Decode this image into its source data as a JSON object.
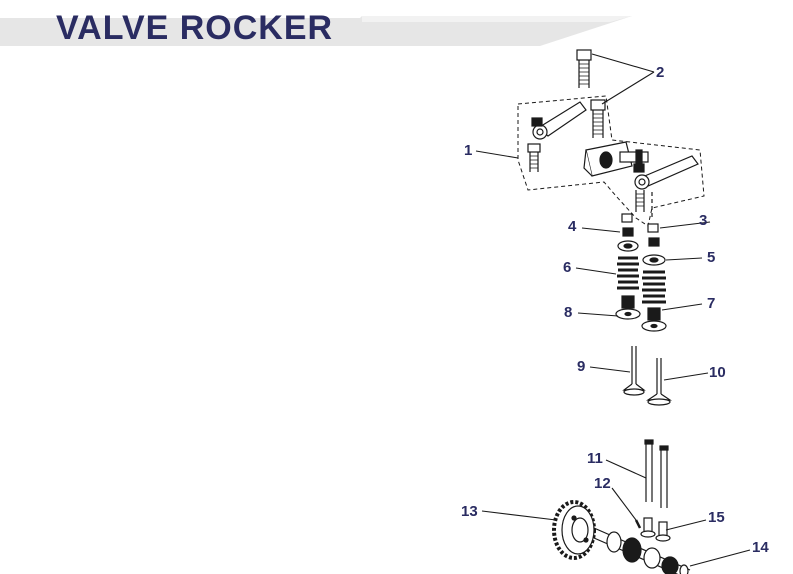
{
  "header": {
    "title": "VALVE ROCKER"
  },
  "colors": {
    "title": "#2a2c62",
    "band": "#e6e6e6",
    "band_light": "#f0f0f0",
    "ink": "#1a1a1a"
  },
  "callouts": [
    {
      "number": "1"
    },
    {
      "number": "2"
    },
    {
      "number": "3"
    },
    {
      "number": "4"
    },
    {
      "number": "5"
    },
    {
      "number": "6"
    },
    {
      "number": "7"
    },
    {
      "number": "8"
    },
    {
      "number": "9"
    },
    {
      "number": "10"
    },
    {
      "number": "11"
    },
    {
      "number": "12"
    },
    {
      "number": "13"
    },
    {
      "number": "14"
    },
    {
      "number": "15"
    }
  ]
}
